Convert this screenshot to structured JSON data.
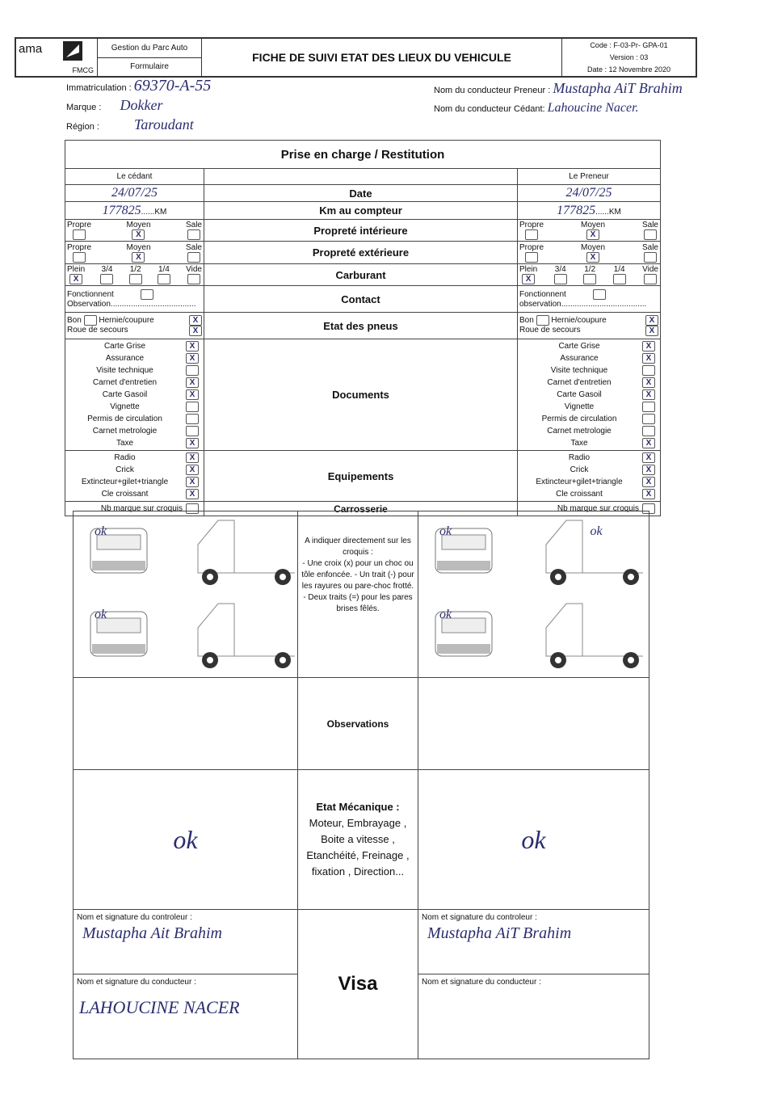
{
  "header": {
    "logo_text": "ama",
    "logo_sub": "FMCG",
    "dept": "Gestion du Parc Auto",
    "type": "Formulaire",
    "title": "FICHE DE SUIVI ETAT DES LIEUX DU VEHICULE",
    "code": "Code : F-03-Pr- GPA-01",
    "version": "Version : 03",
    "date": "Date : 12 Novembre 2020"
  },
  "vehicle": {
    "immat_label": "Immatriculation :",
    "immat": "69370-A-55",
    "marque_label": "Marque :",
    "marque": "Dokker",
    "region_label": "Région :",
    "region": "Taroudant",
    "preneur_label": "Nom du conducteur Preneur :",
    "preneur": "Mustapha AiT Brahim",
    "cedant_label": "Nom du conducteur Cédant:",
    "cedant": "Lahoucine Nacer."
  },
  "table": {
    "title": "Prise en charge / Restitution",
    "left_head": "Le cédant",
    "right_head": "Le Preneur",
    "rows": {
      "date": "Date",
      "km": "Km au compteur",
      "pint": "Propreté intérieure",
      "pext": "Propreté extérieure",
      "carb": "Carburant",
      "contact": "Contact",
      "pneus": "Etat des pneus",
      "docs": "Documents",
      "equip": "Equipements",
      "carros": "Carrosserie"
    },
    "left": {
      "date": "24/07/25",
      "km": "177825",
      "km_unit": "KM"
    },
    "right": {
      "date": "24/07/25",
      "km": "177825",
      "km_unit": "KM"
    },
    "clean_opts": [
      "Propre",
      "Moyen",
      "Sale"
    ],
    "fuel_opts": [
      "Plein",
      "3/4",
      "1/2",
      "1/4",
      "Vide"
    ],
    "contact_l": [
      "Fonctionnent",
      "Observation......................................"
    ],
    "contact_r": [
      "Fonctionnent",
      "observation......................................"
    ],
    "tyres": [
      "Bon",
      "Hernie/coupure",
      "Roue de secours"
    ],
    "docs": [
      "Carte Grise",
      "Assurance",
      "Visite technique",
      "Carnet d'entretien",
      "Carte Gasoil",
      "Vignette",
      "Permis de circulation",
      "Carnet metrologie",
      "Taxe"
    ],
    "equip": [
      "Radio",
      "Crick",
      "Extincteur+gilet+triangle",
      "Cle croissant"
    ],
    "nb_marque": "Nb marque sur croquis"
  },
  "marks": {
    "check": "X",
    "ok": "ok"
  },
  "croquis_note": [
    "A indiquer directement sur les croquis :",
    "- Une croix (x) pour un choc ou tôle enfoncée. - Un trait (-) pour les rayures ou pare-choc frotté.",
    "- Deux traits (=) pour les pares brises fêlés."
  ],
  "observations": "Observations",
  "etat_meca": {
    "title": "Etat Mécanique :",
    "body": "Moteur, Embrayage , Boite a vitesse , Etanchéité, Freinage , fixation , Direction..."
  },
  "sig": {
    "controleur": "Nom et signature du controleur :",
    "conducteur": "Nom et signature du conducteur :",
    "visa": "Visa",
    "left_ctrl": "Mustapha Ait Brahim",
    "right_ctrl": "Mustapha AiT Brahim",
    "left_cond": "LAHOUCINE NACER"
  }
}
